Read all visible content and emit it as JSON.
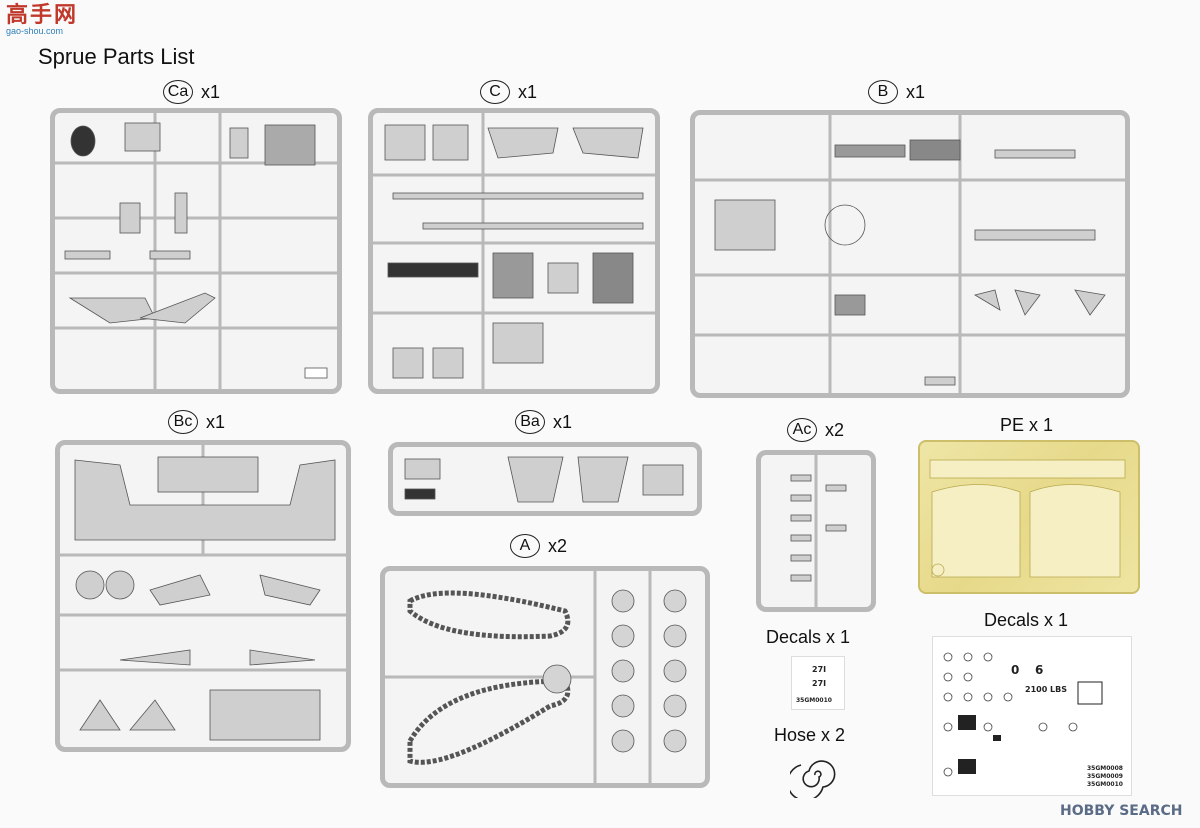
{
  "site_logo": {
    "main": "高手网",
    "sub": "gao-shou.com"
  },
  "page_title": "Sprue Parts List",
  "sprues": {
    "ca": {
      "letter": "Ca",
      "qty": "x1"
    },
    "c": {
      "letter": "C",
      "qty": "x1"
    },
    "b": {
      "letter": "B",
      "qty": "x1"
    },
    "bc": {
      "letter": "Bc",
      "qty": "x1"
    },
    "ba": {
      "letter": "Ba",
      "qty": "x1"
    },
    "ac": {
      "letter": "Ac",
      "qty": "x2"
    },
    "a": {
      "letter": "A",
      "qty": "x2"
    }
  },
  "pe_label": "PE x 1",
  "decals_small_label": "Decals x 1",
  "decals_large_label": "Decals x 1",
  "hose_label": "Hose x 2",
  "decal_small_texts": [
    "27I",
    "27I",
    "35GM0010"
  ],
  "decal_large_texts": [
    "0",
    "6",
    "2100 LBS",
    "35GM0008",
    "35GM0009",
    "35GM0010"
  ],
  "watermark": "HOBBY SEARCH",
  "colors": {
    "sprue": "#b9b9b9",
    "pe": "#e6d98a",
    "logo_red": "#c0392b"
  }
}
